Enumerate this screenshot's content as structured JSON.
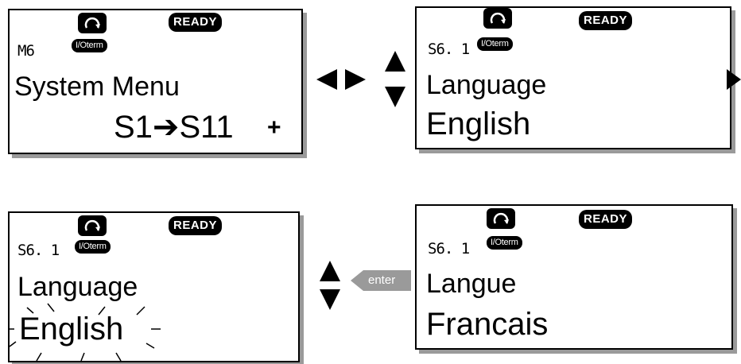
{
  "panels": [
    {
      "code": "M6",
      "status": "READY",
      "source": "I/Oterm",
      "line1": "System Menu",
      "line2": "S1➔S11",
      "indicator": "+",
      "blinking": false
    },
    {
      "code": "S6. 1",
      "status": "READY",
      "source": "I/Oterm",
      "line1": "Language",
      "line2": "English",
      "blinking": false
    },
    {
      "code": "S6. 1",
      "status": "READY",
      "source": "I/Oterm",
      "line1": "Language",
      "line2": "English",
      "blinking": true
    },
    {
      "code": "S6. 1",
      "status": "READY",
      "source": "I/Oterm",
      "line1": "Langue",
      "line2": "Francais",
      "blinking": false
    }
  ],
  "buttons": {
    "enter_label": "enter"
  },
  "icons": {
    "rotation": "rotation-direction-icon",
    "arrows": [
      "arrow-left-icon",
      "arrow-right-icon",
      "arrow-up-icon",
      "arrow-down-icon"
    ]
  }
}
